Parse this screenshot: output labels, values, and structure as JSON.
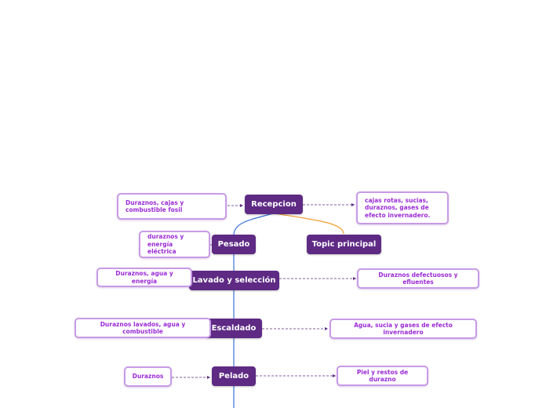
{
  "colors": {
    "node_fill": "#5e2a84",
    "node_text": "#ffffff",
    "note_border": "#c79be6",
    "note_text": "#9b2bd6",
    "trunk_line": "#3a6fd8",
    "branch_line": "#f0a030",
    "connector": "#5e2a84"
  },
  "nodes": {
    "recepcion": "Recepcion",
    "topic_principal": "Topic principal",
    "pesado": "Pesado",
    "lavado": "Lavado y selección",
    "escaldado": "Escaldado",
    "pelado": "Pelado"
  },
  "notes": {
    "recepcion_in": "Duraznos, cajas y combustible fosil",
    "recepcion_out": "cajas rotas, sucias, duraznos, gases de efecto invernadero.",
    "pesado_in": "duraznos y energía eléctrica",
    "lavado_in": "Duraznos, agua y energía",
    "lavado_out": "Duraznos defectuosos y efluentes",
    "escaldado_in": "Duraznos lavados, agua y combustible",
    "escaldado_out": "Agua, sucia y gases de efecto invernadero",
    "pelado_in": "Duraznos",
    "pelado_out": "Piel y restos de durazno"
  }
}
